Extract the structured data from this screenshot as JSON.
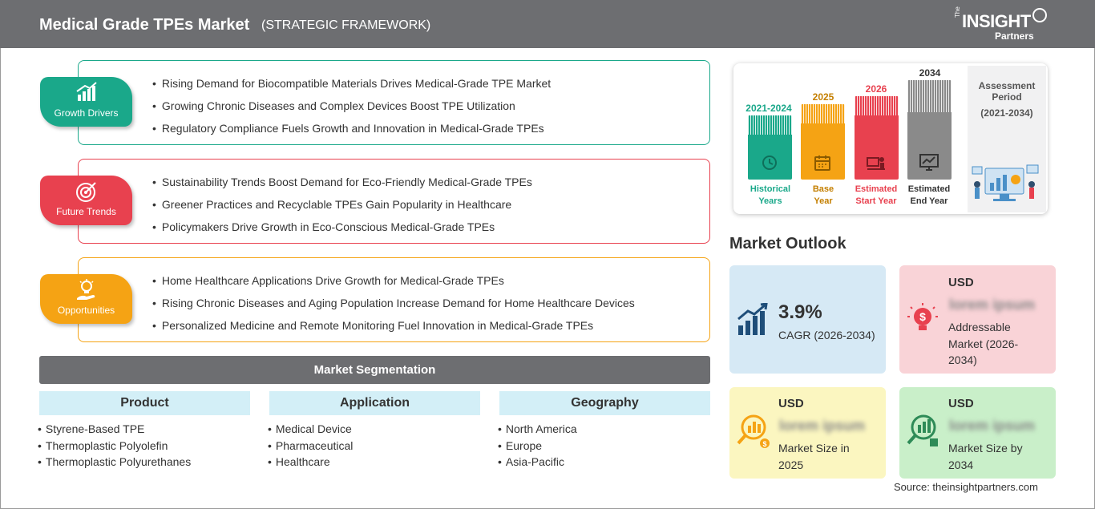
{
  "header": {
    "title": "Medical Grade TPEs Market",
    "subtitle": "(STRATEGIC FRAMEWORK)",
    "logo": {
      "the": "The",
      "main": "INSIGHT",
      "partners": "Partners"
    }
  },
  "framework": [
    {
      "label": "Growth Drivers",
      "color": "#1aa88a",
      "icon": "growth-chart-icon",
      "items": [
        "Rising Demand for Biocompatible Materials Drives Medical-Grade TPE Market",
        "Growing Chronic Diseases and Complex Devices Boost TPE Utilization",
        "Regulatory Compliance Fuels Growth and Innovation in Medical-Grade TPEs"
      ]
    },
    {
      "label": "Future Trends",
      "color": "#e8414f",
      "icon": "target-icon",
      "items": [
        "Sustainability Trends Boost Demand for Eco-Friendly Medical-Grade TPEs",
        "Greener Practices and Recyclable TPEs Gain Popularity in Healthcare",
        "Policymakers Drive Growth in Eco-Conscious Medical-Grade TPEs"
      ]
    },
    {
      "label": "Opportunities",
      "color": "#f5a314",
      "icon": "lightbulb-hand-icon",
      "items": [
        "Home Healthcare Applications Drive Growth for Medical-Grade TPEs",
        "Rising Chronic Diseases and Aging Population Increase Demand for Home Healthcare Devices",
        "Personalized Medicine and Remote Monitoring Fuel Innovation in Medical-Grade TPEs"
      ]
    }
  ],
  "segmentation": {
    "title": "Market Segmentation",
    "columns": [
      {
        "heading": "Product",
        "items": [
          "Styrene-Based TPE",
          "Thermoplastic Polyolefin",
          "Thermoplastic Polyurethanes"
        ]
      },
      {
        "heading": "Application",
        "items": [
          "Medical Device",
          "Pharmaceutical",
          "Healthcare"
        ]
      },
      {
        "heading": "Geography",
        "items": [
          "North America",
          "Europe",
          "Asia-Pacific"
        ]
      }
    ]
  },
  "timeline": {
    "bars": [
      {
        "year": "2021-2024",
        "caption_1": "Historical",
        "caption_2": "Years",
        "color": "#1aa88a",
        "icon": "history-icon"
      },
      {
        "year": "2025",
        "caption_1": "Base",
        "caption_2": "Year",
        "color": "#f5a314",
        "icon": "calendar-icon"
      },
      {
        "year": "2026",
        "caption_1": "Estimated",
        "caption_2": "Start Year",
        "color": "#e8414f",
        "icon": "presentation-icon"
      },
      {
        "year": "2034",
        "caption_1": "Estimated",
        "caption_2": "End Year",
        "color": "#8a8a8a",
        "icon": "monitor-chart-icon"
      }
    ],
    "assessment_label_1": "Assessment",
    "assessment_label_2": "Period",
    "assessment_period": "(2021-2034)"
  },
  "outlook": {
    "title": "Market Outlook",
    "cagr": {
      "value": "3.9%",
      "label": "CAGR (2026-2034)",
      "color": "#d6e9f5",
      "icon": "bar-growth-icon"
    },
    "addressable": {
      "currency": "USD",
      "value": "lorem ipsum",
      "label_1": "Addressable",
      "label_2": "Market (2026-",
      "label_3": "2034)",
      "color": "#f9d3d7",
      "icon": "dollar-bulb-icon"
    },
    "size_2025": {
      "currency": "USD",
      "value": "lorem ipsum",
      "label_1": "Market Size in",
      "label_2": "2025",
      "color": "#fbf6c0",
      "icon": "magnifier-chart-icon"
    },
    "size_2034": {
      "currency": "USD",
      "value": "lorem ipsum",
      "label_1": "Market Size by",
      "label_2": "2034",
      "color": "#c9efc9",
      "icon": "magnifier-growth-icon"
    }
  },
  "source": "Source: theinsightpartners.com"
}
